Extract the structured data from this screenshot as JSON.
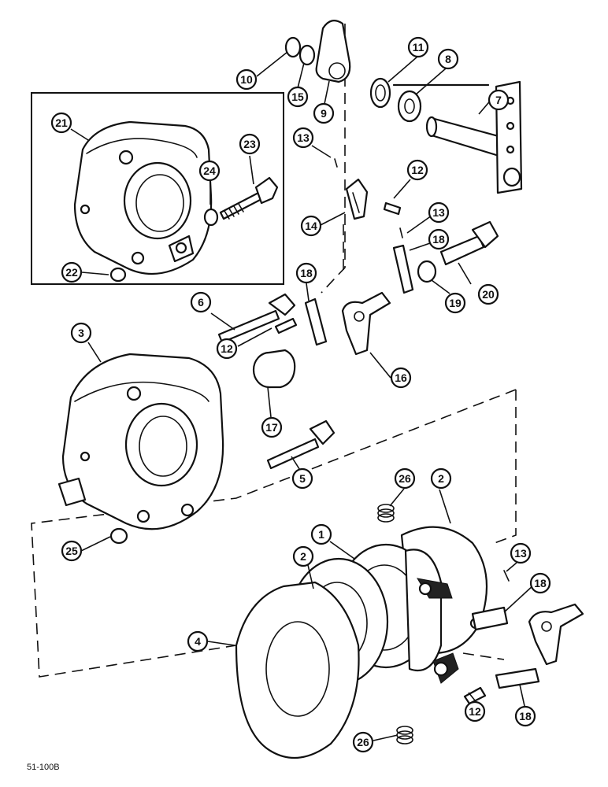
{
  "drawing": {
    "reference_code": "51-100B",
    "callouts": [
      {
        "id": "c10",
        "label": "10"
      },
      {
        "id": "c15",
        "label": "15"
      },
      {
        "id": "c9",
        "label": "9"
      },
      {
        "id": "c11",
        "label": "11"
      },
      {
        "id": "c8",
        "label": "8"
      },
      {
        "id": "c7",
        "label": "7"
      },
      {
        "id": "c21",
        "label": "21"
      },
      {
        "id": "c23",
        "label": "23"
      },
      {
        "id": "c24",
        "label": "24"
      },
      {
        "id": "c13a",
        "label": "13"
      },
      {
        "id": "c12a",
        "label": "12"
      },
      {
        "id": "c14",
        "label": "14"
      },
      {
        "id": "c13b",
        "label": "13"
      },
      {
        "id": "c18a",
        "label": "18"
      },
      {
        "id": "c20",
        "label": "20"
      },
      {
        "id": "c19",
        "label": "19"
      },
      {
        "id": "c22",
        "label": "22"
      },
      {
        "id": "c18b",
        "label": "18"
      },
      {
        "id": "c6",
        "label": "6"
      },
      {
        "id": "c12b",
        "label": "12"
      },
      {
        "id": "c16",
        "label": "16"
      },
      {
        "id": "c3",
        "label": "3"
      },
      {
        "id": "c17",
        "label": "17"
      },
      {
        "id": "c5",
        "label": "5"
      },
      {
        "id": "c26a",
        "label": "26"
      },
      {
        "id": "c2a",
        "label": "2"
      },
      {
        "id": "c25",
        "label": "25"
      },
      {
        "id": "c1",
        "label": "1"
      },
      {
        "id": "c2b",
        "label": "2"
      },
      {
        "id": "c13c",
        "label": "13"
      },
      {
        "id": "c18c",
        "label": "18"
      },
      {
        "id": "c4",
        "label": "4"
      },
      {
        "id": "c12c",
        "label": "12"
      },
      {
        "id": "c18d",
        "label": "18"
      },
      {
        "id": "c26b",
        "label": "26"
      }
    ]
  }
}
